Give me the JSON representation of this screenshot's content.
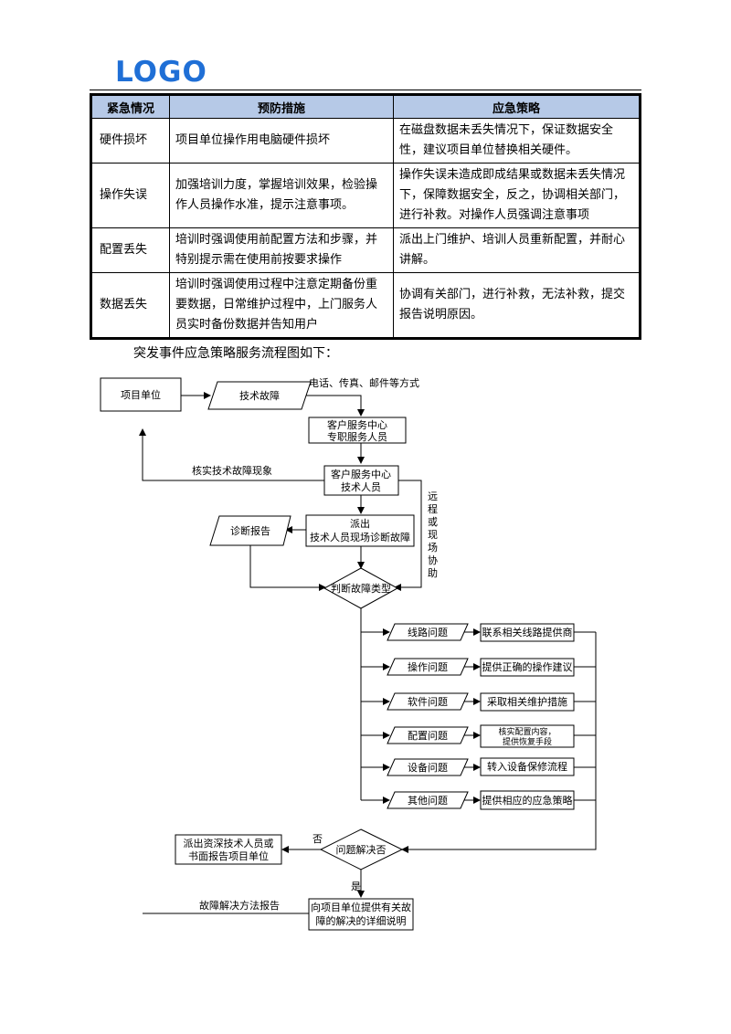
{
  "logo": "LOGO",
  "table": {
    "headers": [
      "紧急情况",
      "预防措施",
      "应急策略"
    ],
    "rows": [
      [
        "硬件损坏",
        "项目单位操作用电脑硬件损坏",
        "在磁盘数据未丢失情况下，保证数据安全性，建议项目单位替换相关硬件。"
      ],
      [
        "操作失误",
        "加强培训力度，掌握培训效果，检验操作人员操作水准，提示注意事项。",
        "操作失误未造成即成结果或数据未丢失情况下，保障数据安全，反之，协调相关部门，进行补救。对操作人员强调注意事项"
      ],
      [
        "配置丢失",
        "培训时强调使用前配置方法和步骤，并特别提示需在使用前按要求操作",
        "派出上门维护、培训人员重新配置，并耐心讲解。"
      ],
      [
        "数据丢失",
        "培训时强调使用过程中注意定期备份重要数据，日常维护过程中，上门服务人员实时备份数据并告知用户",
        "协调有关部门，进行补救，无法补救，提交报告说明原因。"
      ]
    ]
  },
  "intro": "突发事件应急策略服务流程图如下：",
  "flow": {
    "project_unit": "项目单位",
    "tech_fault": "技术故障",
    "contact_methods": "电话、传真、邮件等方式",
    "cs_center_dedicated": [
      "客户服务中心",
      "专职服务人员"
    ],
    "verify_fault": "核实技术故障现象",
    "cs_center_tech": [
      "客户服务中心",
      "技术人员"
    ],
    "remote_assist": [
      "远",
      "程",
      "或",
      "现",
      "场",
      "协",
      "助"
    ],
    "dispatch": [
      "派出",
      "技术人员现场诊断故障"
    ],
    "diagnosis_report": "诊断报告",
    "judge_type": "判断故障类型",
    "categories": [
      {
        "issue": "线路问题",
        "action": [
          "联系相关线路提供商"
        ]
      },
      {
        "issue": "操作问题",
        "action": [
          "提供正确的操作建议"
        ]
      },
      {
        "issue": "软件问题",
        "action": [
          "采取相关维护措施"
        ]
      },
      {
        "issue": "配置问题",
        "action": [
          "核实配置内容，",
          "提供恢复手段"
        ]
      },
      {
        "issue": "设备问题",
        "action": [
          "转入设备保修流程"
        ]
      },
      {
        "issue": "其他问题",
        "action": [
          "提供相应的应急策略"
        ]
      }
    ],
    "resolved_q": "问题解决否",
    "no": "否",
    "yes": "是",
    "senior_dispatch": [
      "派出资深技术人员或",
      "书面报告项目单位"
    ],
    "final_report": [
      "向项目单位提供有关故",
      "障的解决的详细说明"
    ],
    "solution_report": "故障解决方法报告"
  }
}
